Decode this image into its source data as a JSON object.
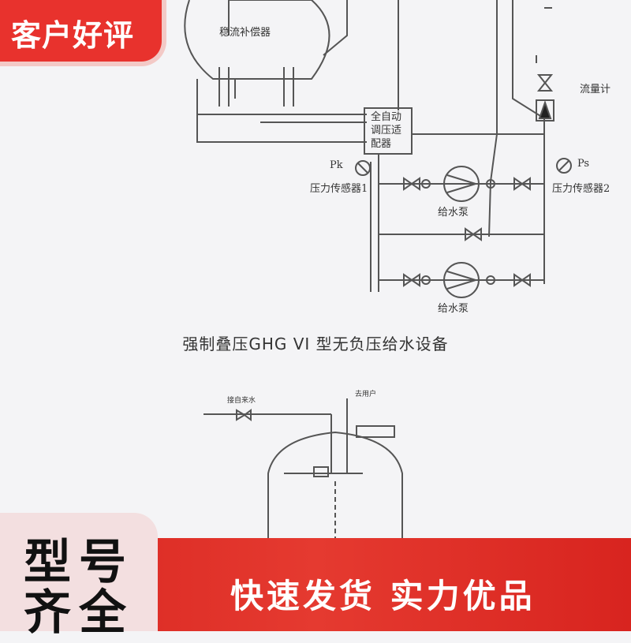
{
  "badges": {
    "top_left": "客户好评",
    "bottom_left_line1": "型号",
    "bottom_left_line2": "齐全",
    "bottom_slogan": "快速发货  实力优品"
  },
  "diagram": {
    "title": "强制叠压GHG VI 型无负压给水设备",
    "labels": {
      "compensator": "稳流补偿器",
      "controller_line1": "全自动",
      "controller_line2": "调压适",
      "controller_line3": "配器",
      "flowmeter": "流量计",
      "pk": "Pk",
      "ps": "Ps",
      "sensor1": "压力传感器1",
      "sensor2": "压力传感器2",
      "pump1": "给水泵",
      "pump2": "给水泵",
      "inlet": "接自来水",
      "outlet": "去用户"
    }
  },
  "colors": {
    "accent_red": "#e8322d",
    "line": "#555555",
    "bg": "#f4f4f6"
  }
}
